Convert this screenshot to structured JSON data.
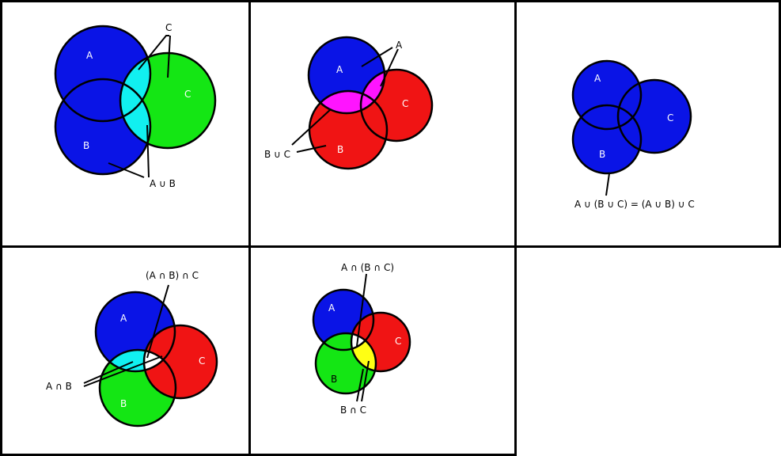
{
  "colors": {
    "blue": "#0a14e6",
    "green": "#14e614",
    "red": "#f01414",
    "cyan": "#11f0f0",
    "magenta": "#ff14ff",
    "yellow": "#ffff14"
  },
  "panel1": {
    "a": "A",
    "b": "B",
    "c": "C",
    "callout_c": "C",
    "callout_ab": "A ∪ B"
  },
  "panel2": {
    "a": "A",
    "b": "B",
    "c": "C",
    "callout_a": "A",
    "callout_bc": "B ∪ C"
  },
  "panel3": {
    "a": "A",
    "b": "B",
    "c": "C",
    "equation": "A ∪ (B ∪ C) = (A ∪ B) ∪ C"
  },
  "panel4": {
    "a": "A",
    "b": "B",
    "c": "C",
    "callout_abc": "(A ∩ B) ∩ C",
    "callout_ab": "A ∩ B"
  },
  "panel5": {
    "a": "A",
    "b": "B",
    "c": "C",
    "callout_abc": "A ∩ (B ∩ C)",
    "callout_bc": "B ∩ C"
  }
}
